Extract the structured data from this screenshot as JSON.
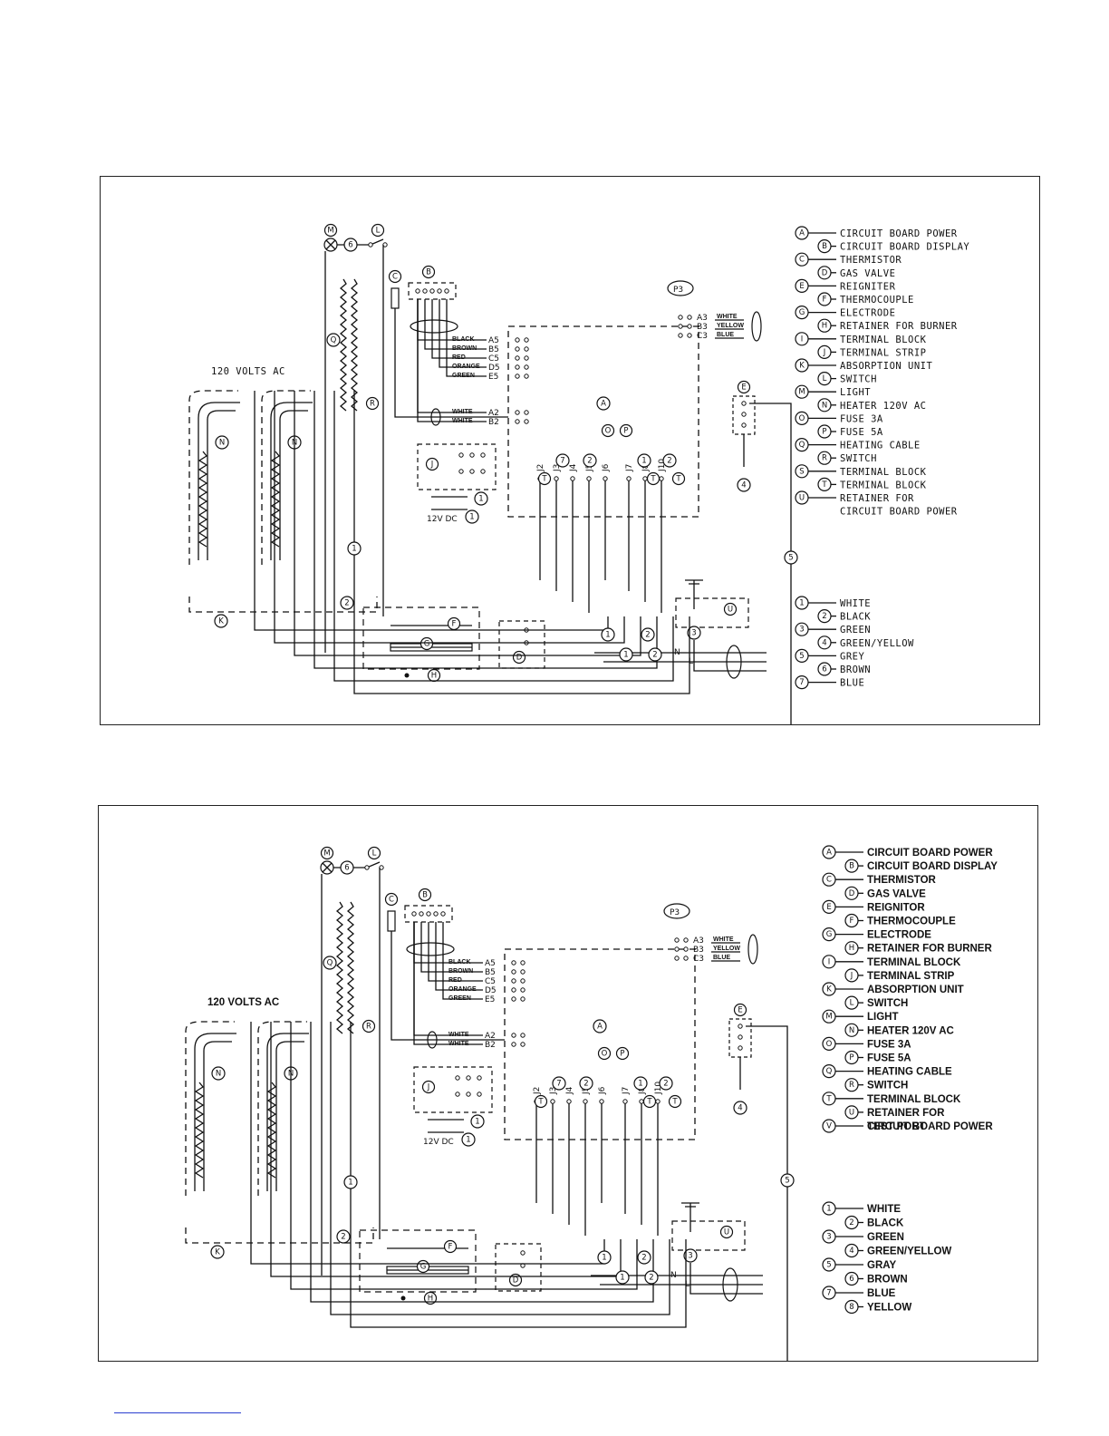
{
  "diagrams": [
    {
      "title": "120 VOLTS AC",
      "legend": [
        {
          "key": "A",
          "label": "CIRCUIT BOARD POWER"
        },
        {
          "key": "B",
          "label": "CIRCUIT BOARD DISPLAY"
        },
        {
          "key": "C",
          "label": "THERMISTOR"
        },
        {
          "key": "D",
          "label": "GAS VALVE"
        },
        {
          "key": "E",
          "label": "REIGNITER"
        },
        {
          "key": "F",
          "label": "THERMOCOUPLE"
        },
        {
          "key": "G",
          "label": "ELECTRODE"
        },
        {
          "key": "H",
          "label": "RETAINER FOR BURNER"
        },
        {
          "key": "I",
          "label": "TERMINAL BLOCK"
        },
        {
          "key": "J",
          "label": "TERMINAL STRIP"
        },
        {
          "key": "K",
          "label": "ABSORPTION UNIT"
        },
        {
          "key": "L",
          "label": "SWITCH"
        },
        {
          "key": "M",
          "label": "LIGHT"
        },
        {
          "key": "N",
          "label": "HEATER 120V AC"
        },
        {
          "key": "O",
          "label": "FUSE 3A"
        },
        {
          "key": "P",
          "label": "FUSE 5A"
        },
        {
          "key": "Q",
          "label": "HEATING CABLE"
        },
        {
          "key": "R",
          "label": "SWITCH"
        },
        {
          "key": "S",
          "label": "TERMINAL BLOCK"
        },
        {
          "key": "T",
          "label": "TERMINAL BLOCK"
        },
        {
          "key": "U",
          "label": "RETAINER FOR",
          "label2": "CIRCUIT BOARD POWER"
        }
      ],
      "wire_legend": [
        {
          "key": "1",
          "label": "WHITE"
        },
        {
          "key": "2",
          "label": "BLACK"
        },
        {
          "key": "3",
          "label": "GREEN"
        },
        {
          "key": "4",
          "label": "GREEN/YELLOW"
        },
        {
          "key": "5",
          "label": "GREY"
        },
        {
          "key": "6",
          "label": "BROWN"
        },
        {
          "key": "7",
          "label": "BLUE"
        }
      ],
      "board_pins": [
        "A5",
        "B5",
        "C5",
        "D5",
        "E5",
        "A2",
        "B2"
      ],
      "board_wire_colors": [
        "BLACK",
        "BROWN",
        "RED",
        "ORANGE",
        "GREEN",
        "WHITE",
        "WHITE"
      ],
      "p3_pins": [
        "A3",
        "B3",
        "C3"
      ],
      "p3_colors": [
        "WHITE",
        "YELLOW",
        "BLUE"
      ],
      "p3_label": "P3",
      "connectors": [
        "J2",
        "J3",
        "J4",
        "J5",
        "J6",
        "J7",
        "J8",
        "J10"
      ],
      "dc_label": "12V DC",
      "nl_labels": [
        "N",
        "L"
      ]
    },
    {
      "title": "120 VOLTS AC",
      "legend": [
        {
          "key": "A",
          "label": "CIRCUIT BOARD POWER"
        },
        {
          "key": "B",
          "label": "CIRCUIT BOARD DISPLAY"
        },
        {
          "key": "C",
          "label": "THERMISTOR"
        },
        {
          "key": "D",
          "label": "GAS VALVE"
        },
        {
          "key": "E",
          "label": "REIGNITOR"
        },
        {
          "key": "F",
          "label": "THERMOCOUPLE"
        },
        {
          "key": "G",
          "label": "ELECTRODE"
        },
        {
          "key": "H",
          "label": "RETAINER FOR BURNER"
        },
        {
          "key": "I",
          "label": "TERMINAL BLOCK"
        },
        {
          "key": "J",
          "label": "TERMINAL STRIP"
        },
        {
          "key": "K",
          "label": "ABSORPTION UNIT"
        },
        {
          "key": "L",
          "label": "SWITCH"
        },
        {
          "key": "M",
          "label": "LIGHT"
        },
        {
          "key": "N",
          "label": "HEATER 120V AC"
        },
        {
          "key": "O",
          "label": "FUSE 3A"
        },
        {
          "key": "P",
          "label": "FUSE 5A"
        },
        {
          "key": "Q",
          "label": "HEATING CABLE"
        },
        {
          "key": "R",
          "label": "SWITCH"
        },
        {
          "key": "T",
          "label": "TERMINAL BLOCK"
        },
        {
          "key": "U",
          "label": "RETAINER FOR",
          "label2": "CIRCUIT BOARD POWER"
        },
        {
          "key": "V",
          "label": "TEST PORT"
        }
      ],
      "wire_legend": [
        {
          "key": "1",
          "label": "WHITE"
        },
        {
          "key": "2",
          "label": "BLACK"
        },
        {
          "key": "3",
          "label": "GREEN"
        },
        {
          "key": "4",
          "label": "GREEN/YELLOW"
        },
        {
          "key": "5",
          "label": "GRAY"
        },
        {
          "key": "6",
          "label": "BROWN"
        },
        {
          "key": "7",
          "label": "BLUE"
        },
        {
          "key": "8",
          "label": "YELLOW"
        }
      ],
      "board_pins": [
        "A5",
        "B5",
        "C5",
        "D5",
        "E5",
        "A2",
        "B2"
      ],
      "board_wire_colors": [
        "BLACK",
        "BROWN",
        "RED",
        "ORANGE",
        "GREEN",
        "WHITE",
        "WHITE"
      ],
      "p3_pins": [
        "A3",
        "B3",
        "C3"
      ],
      "p3_colors": [
        "WHITE",
        "YELLOW",
        "BLUE"
      ],
      "p3_label": "P3",
      "connectors": [
        "J2",
        "J3",
        "J4",
        "J5",
        "J6",
        "J7",
        "J8",
        "J10"
      ],
      "dc_label": "12V DC",
      "nl_labels": [
        "N",
        "L"
      ]
    }
  ]
}
